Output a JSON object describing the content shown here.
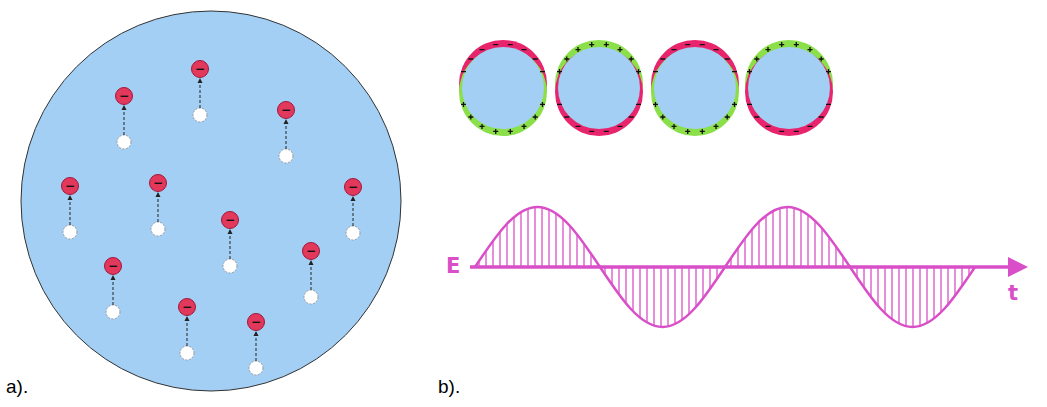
{
  "diagram": {
    "nodes": [
      {
        "text": [
          "−"
        ]
      },
      {
        "text": [
          "−"
        ]
      },
      {
        "text": [
          "−"
        ]
      },
      {
        "text": [
          "−"
        ]
      },
      {
        "text": [
          "−"
        ]
      },
      {
        "text": [
          "−"
        ]
      },
      {
        "text": [
          "−"
        ]
      },
      {
        "text": [
          "−"
        ]
      },
      {
        "text": [
          "−"
        ]
      },
      {
        "text": [
          "−"
        ]
      },
      {
        "text": [
          "−"
        ]
      }
    ],
    "labels": [
      "a).",
      "b).",
      "E",
      "t"
    ]
  }
}
